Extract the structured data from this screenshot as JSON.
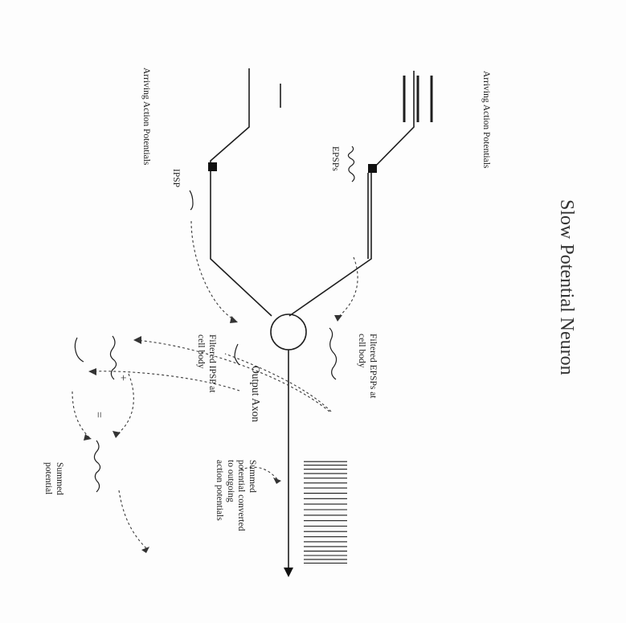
{
  "diagram": {
    "title": "Slow Potential Neuron",
    "labels": {
      "arriving_top": "Arriving Action Potentials",
      "arriving_bottom": "Arriving Action Potentials",
      "epsps": "EPSPs",
      "ipsp": "IPSP",
      "filtered_epsps_1": "Filtered EPSPs at",
      "filtered_epsps_2": "cell body",
      "filtered_ipsp_1": "Filtered IPSP at",
      "filtered_ipsp_2": "cell body",
      "output_axon": "Output Axon",
      "summed_converted_1": "Summed",
      "summed_converted_2": "potential converted",
      "summed_converted_3": "to outgoing",
      "summed_converted_4": "action potentials",
      "summed_potential_1": "Summed",
      "summed_potential_2": "potential",
      "plus": "+",
      "equals": "="
    }
  }
}
